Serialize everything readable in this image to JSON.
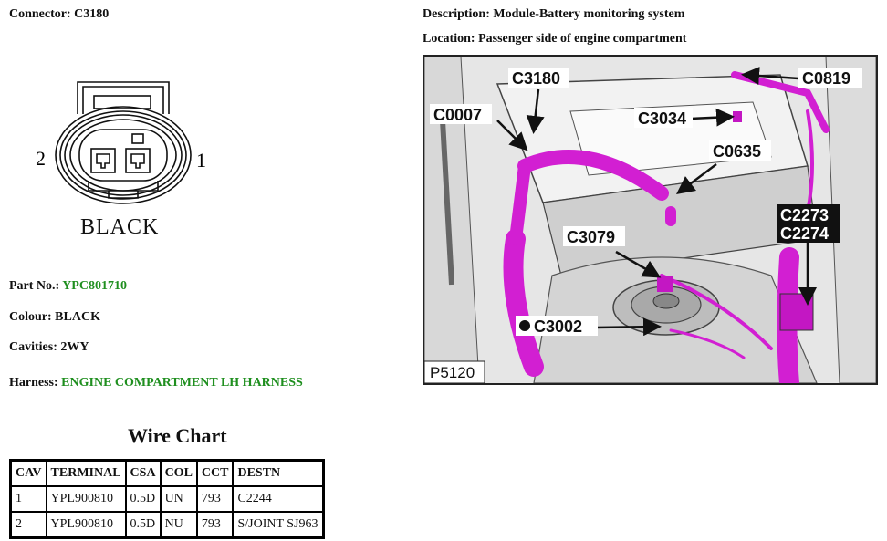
{
  "connector": {
    "label": "Connector:",
    "value": "C3180"
  },
  "description": {
    "label": "Description:",
    "value": "Module-Battery monitoring system"
  },
  "location": {
    "label": "Location:",
    "value": "Passenger side of engine compartment"
  },
  "connector_drawing": {
    "pin_left": "2",
    "pin_right": "1",
    "colour_caption": "BLACK"
  },
  "part_no": {
    "label": "Part No.:",
    "value": "YPC801710"
  },
  "colour": {
    "label": "Colour:",
    "value": "BLACK"
  },
  "cavities": {
    "label": "Cavities:",
    "value": "2WY"
  },
  "harness": {
    "label": "Harness:",
    "value": "ENGINE COMPARTMENT LH HARNESS"
  },
  "wire_chart": {
    "title": "Wire Chart",
    "headers": [
      "CAV",
      "TERMINAL",
      "CSA",
      "COL",
      "CCT",
      "DESTN"
    ],
    "rows": [
      [
        "1",
        "YPL900810",
        "0.5D",
        "UN",
        "793",
        "C2244"
      ],
      [
        "2",
        "YPL900810",
        "0.5D",
        "NU",
        "793",
        "S/JOINT SJ963"
      ]
    ]
  },
  "photo": {
    "callouts": {
      "c3180": "C3180",
      "c0819": "C0819",
      "c0007": "C0007",
      "c3034": "C3034",
      "c0635": "C0635",
      "c2273": "C2273",
      "c2274": "C2274",
      "c3079": "C3079",
      "c3002": "C3002"
    },
    "ref": "P5120"
  },
  "colors": {
    "harness_highlight": "#d21fd2",
    "green_text": "#1f8f1f"
  }
}
